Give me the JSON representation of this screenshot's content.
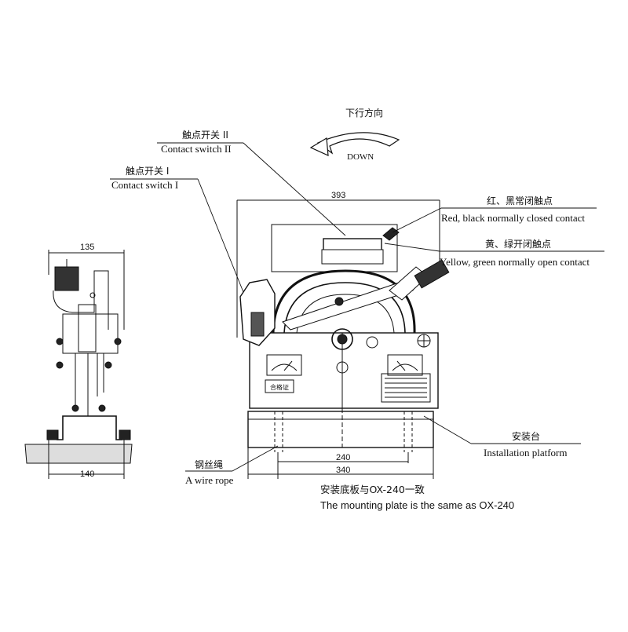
{
  "direction": {
    "cn": "下行方向",
    "en": "DOWN"
  },
  "labels": {
    "switch2": {
      "cn": "触点开关 II",
      "en": "Contact switch  II"
    },
    "switch1": {
      "cn": "触点开关 I",
      "en": "Contact switch  I"
    },
    "closed_contact": {
      "cn": "红、黑常闭触点",
      "en": "Red, black normally closed contact"
    },
    "open_contact": {
      "cn": "黄、绿开闭触点",
      "en": "Yellow, green normally open contact"
    },
    "platform": {
      "cn": "安装台",
      "en": "Installation platform"
    },
    "wire_rope": {
      "cn": "钢丝绳",
      "en": "A wire rope"
    }
  },
  "dimensions": {
    "width_top": "393",
    "side_top": "135",
    "side_bottom": "140",
    "base_inner": "240",
    "base_outer": "340"
  },
  "plate_label": "合格证",
  "note": {
    "cn": "安装底板与OX-240一致",
    "en": "The mounting plate is the same as  OX-240"
  },
  "colors": {
    "line": "#111111",
    "fill_dark": "#222222",
    "paper": "#ffffff"
  }
}
